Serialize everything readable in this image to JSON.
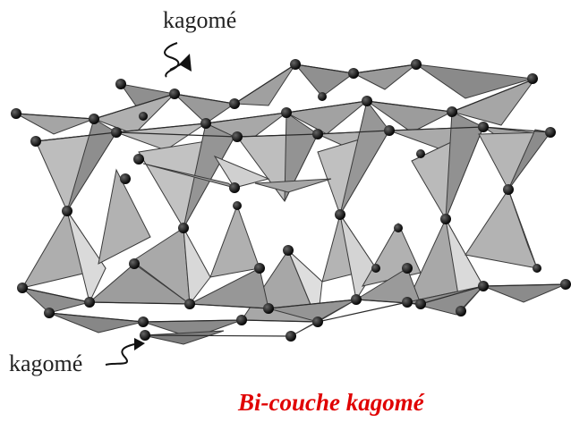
{
  "labels": {
    "top": "kagomé",
    "bottom": "kagomé"
  },
  "caption": "Bi-couche kagomé",
  "colors": {
    "caption": "#e00000",
    "label": "#222222",
    "tetra_face": "#a9a9a9",
    "tetra_face_light": "#dcdcdc",
    "tetra_face_dark": "#8c8c8c",
    "atom": "#0a0a0a",
    "edge": "#3a3a3a"
  },
  "icons": {
    "top_arrow": "squiggle-arrow-icon",
    "bottom_arrow": "squiggle-arrow-icon"
  }
}
